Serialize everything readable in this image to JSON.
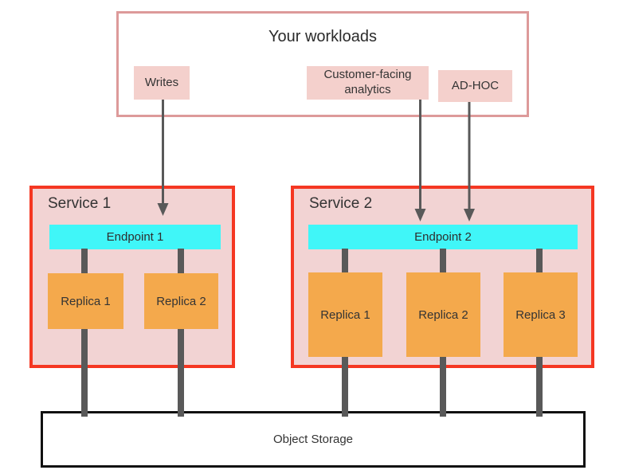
{
  "diagram": {
    "workloads": {
      "title": "Your workloads",
      "writes_label": "Writes",
      "analytics_label": "Customer-facing analytics",
      "adhoc_label": "AD-HOC"
    },
    "service1": {
      "title": "Service 1",
      "endpoint_label": "Endpoint 1",
      "replica1_label": "Replica 1",
      "replica2_label": "Replica 2"
    },
    "service2": {
      "title": "Service 2",
      "endpoint_label": "Endpoint 2",
      "replica1_label": "Replica 1",
      "replica2_label": "Replica 2",
      "replica3_label": "Replica 3"
    },
    "storage": {
      "label": "Object Storage"
    },
    "colors": {
      "workloads_border": "#dd9a9a",
      "workload_item_bg": "#f4d0cc",
      "service_border": "#f53722",
      "service_bg": "#f2d3d3",
      "endpoint_bg": "#40f6f8",
      "replica_bg": "#f4a94c",
      "connector_gray": "#595959",
      "storage_border": "#111111"
    }
  }
}
